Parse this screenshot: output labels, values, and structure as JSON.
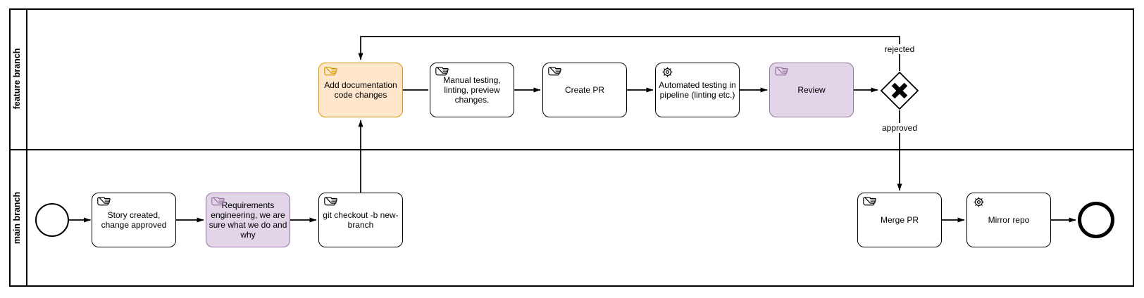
{
  "diagram": {
    "type": "BPMN process diagram",
    "pool": {
      "lanes": [
        {
          "id": "feature-branch",
          "label": "feature branch"
        },
        {
          "id": "main-branch",
          "label": "main branch"
        }
      ]
    },
    "nodes": {
      "start": {
        "type": "start-event",
        "lane": "main branch"
      },
      "story": {
        "label": "Story created, change approved",
        "type": "manual-task",
        "lane": "main branch",
        "fill": "#ffffff",
        "stroke": "#000000"
      },
      "requirements": {
        "label": "Requirements engineering, we are sure what we do and why",
        "type": "manual-task",
        "lane": "main branch",
        "fill": "#e1d5e7",
        "stroke": "#9673a6"
      },
      "git_checkout": {
        "label": "git checkout -b new-branch",
        "type": "manual-task",
        "lane": "main branch",
        "fill": "#ffffff",
        "stroke": "#000000"
      },
      "add_doc": {
        "label": "Add documentation code changes",
        "type": "manual-task",
        "lane": "feature branch",
        "fill": "#ffe6cc",
        "stroke": "#d79b00"
      },
      "manual_testing": {
        "label": "Manual testing, linting, preview changes.",
        "type": "manual-task",
        "lane": "feature branch",
        "fill": "#ffffff",
        "stroke": "#000000"
      },
      "create_pr": {
        "label": "Create PR",
        "type": "manual-task",
        "lane": "feature branch",
        "fill": "#ffffff",
        "stroke": "#000000"
      },
      "automated_testing": {
        "label": "Automated testing in pipeline (linting etc.)",
        "type": "service-task",
        "lane": "feature branch",
        "fill": "#ffffff",
        "stroke": "#000000"
      },
      "review": {
        "label": "Review",
        "type": "manual-task",
        "lane": "feature branch",
        "fill": "#e1d5e7",
        "stroke": "#9673a6"
      },
      "review_gateway": {
        "type": "exclusive-gateway",
        "lane": "feature branch"
      },
      "merge_pr": {
        "label": "Merge PR",
        "type": "manual-task",
        "lane": "main branch",
        "fill": "#ffffff",
        "stroke": "#000000"
      },
      "mirror_repo": {
        "label": "Mirror repo",
        "type": "service-task",
        "lane": "main branch",
        "fill": "#ffffff",
        "stroke": "#000000"
      },
      "end": {
        "type": "end-event",
        "lane": "main branch"
      }
    },
    "edge_labels": {
      "rejected": "rejected",
      "approved": "approved"
    },
    "edges": [
      {
        "from": "start",
        "to": "story"
      },
      {
        "from": "story",
        "to": "requirements"
      },
      {
        "from": "requirements",
        "to": "git_checkout"
      },
      {
        "from": "git_checkout",
        "to": "add_doc"
      },
      {
        "from": "add_doc",
        "to": "manual_testing"
      },
      {
        "from": "manual_testing",
        "to": "create_pr"
      },
      {
        "from": "create_pr",
        "to": "automated_testing"
      },
      {
        "from": "automated_testing",
        "to": "review"
      },
      {
        "from": "review",
        "to": "review_gateway"
      },
      {
        "from": "review_gateway",
        "to": "add_doc",
        "label": "rejected"
      },
      {
        "from": "review_gateway",
        "to": "merge_pr",
        "label": "approved"
      },
      {
        "from": "merge_pr",
        "to": "mirror_repo"
      },
      {
        "from": "mirror_repo",
        "to": "end"
      }
    ],
    "icons": {
      "manual_task": "hand-icon",
      "service_task": "gear-icon",
      "gateway": "x-mark-icon"
    },
    "colors": {
      "orange_fill": "#ffe6cc",
      "orange_stroke": "#d79b00",
      "purple_fill": "#e1d5e7",
      "purple_stroke": "#9673a6",
      "line": "#000000",
      "background": "#ffffff"
    }
  }
}
